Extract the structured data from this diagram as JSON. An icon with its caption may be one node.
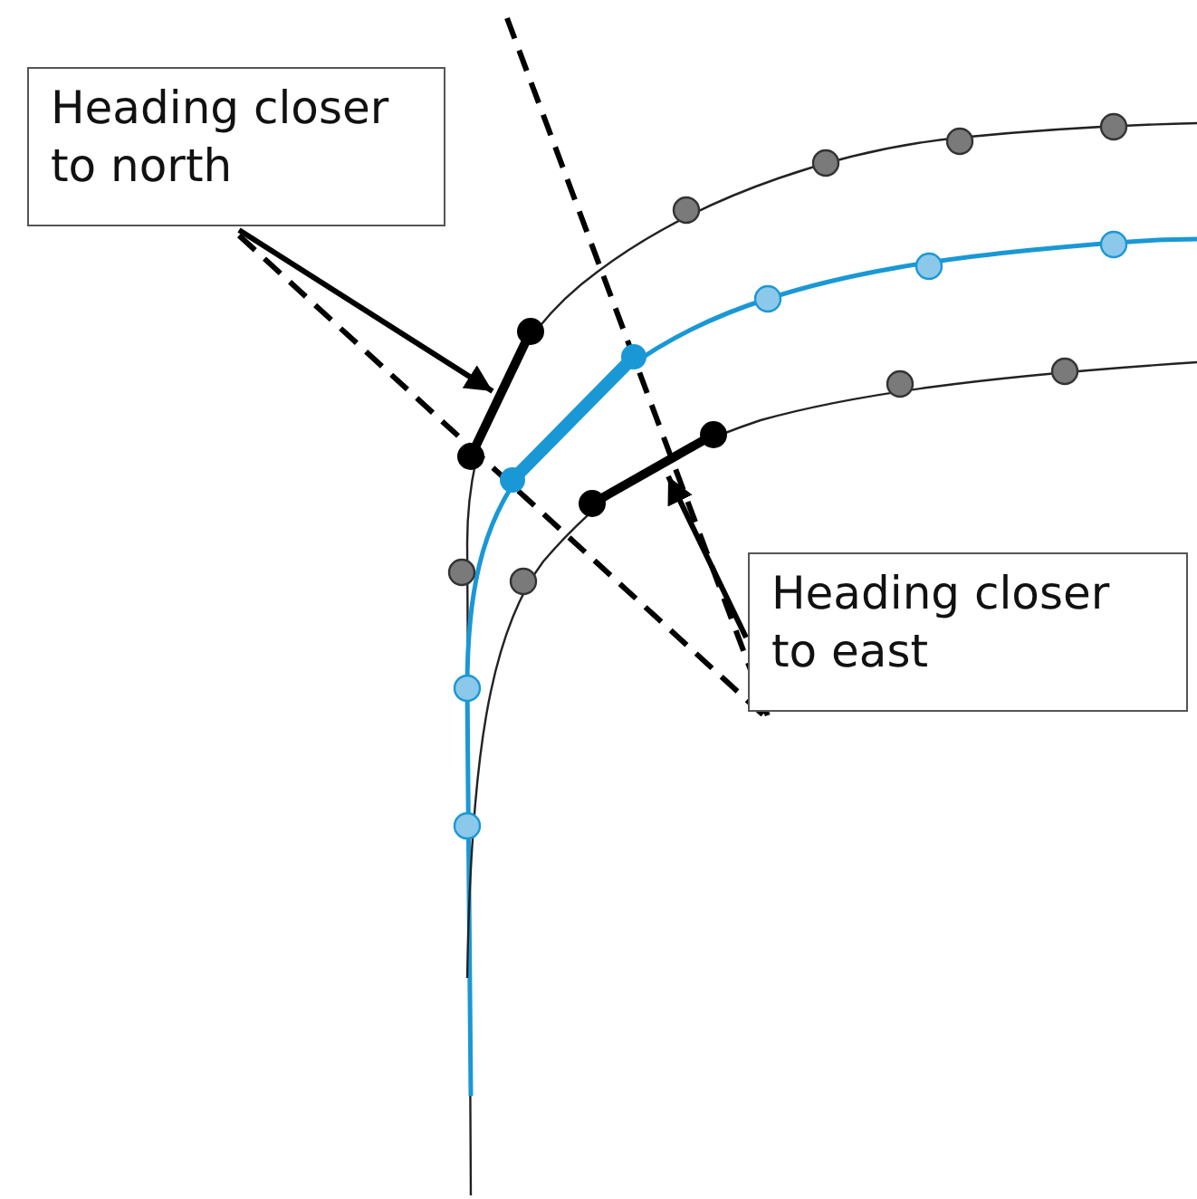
{
  "diagram": {
    "nodes": [
      {
        "text": [
          "Heading closer to north"
        ]
      },
      {
        "text": [],
        "shape": "bar"
      },
      {
        "text": [
          "Heading closer to east"
        ]
      },
      {
        "text": [],
        "shape": "bar"
      }
    ],
    "edges": [
      {
        "from": 0,
        "to": 1,
        "arrow": "to"
      },
      {
        "from": 2,
        "to": 3,
        "arrow": "to"
      }
    ]
  }
}
